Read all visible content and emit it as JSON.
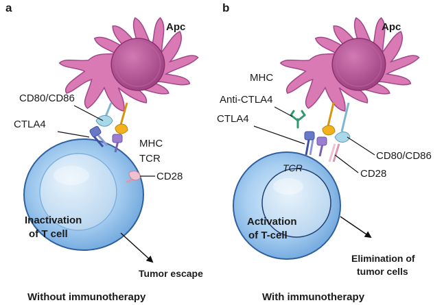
{
  "panel_a": {
    "letter": "a",
    "apc_label": "Apc",
    "cd80_label": "CD80/CD86",
    "ctla4_label": "CTLA4",
    "mhc_label": "MHC",
    "tcr_label": "TCR",
    "cd28_label": "CD28",
    "cell_text_line1": "Inactivation",
    "cell_text_line2": "of T cell",
    "outcome": "Tumor escape",
    "caption": "Without immunotherapy"
  },
  "panel_b": {
    "letter": "b",
    "apc_label": "Apc",
    "mhc_label": "MHC",
    "anti_ctla4_label": "Anti-CTLA4",
    "ctla4_label": "CTLA4",
    "tcr_label": "TCR",
    "cd80_label": "CD80/CD86",
    "cd28_label": "CD28",
    "cell_text_line1": "Activation",
    "cell_text_line2": "of T-cell",
    "outcome_line1": "Elimination of",
    "outcome_line2": "tumor cells",
    "caption": "With immunotherapy"
  },
  "colors": {
    "apc_body": "#d97ab4",
    "apc_outline": "#a0478a",
    "apc_nucleus": "#b34a8e",
    "tcell_body": "#8fc0ea",
    "tcell_outline": "#2f5f9e",
    "tcell_nucleus": "#cfe3f5",
    "ctla4": "#6a79c6",
    "mhc": "#f2b21c",
    "cd80": "#a9d8e8",
    "cd28": "#efc0cf",
    "antibody": "#2e9a6f"
  }
}
